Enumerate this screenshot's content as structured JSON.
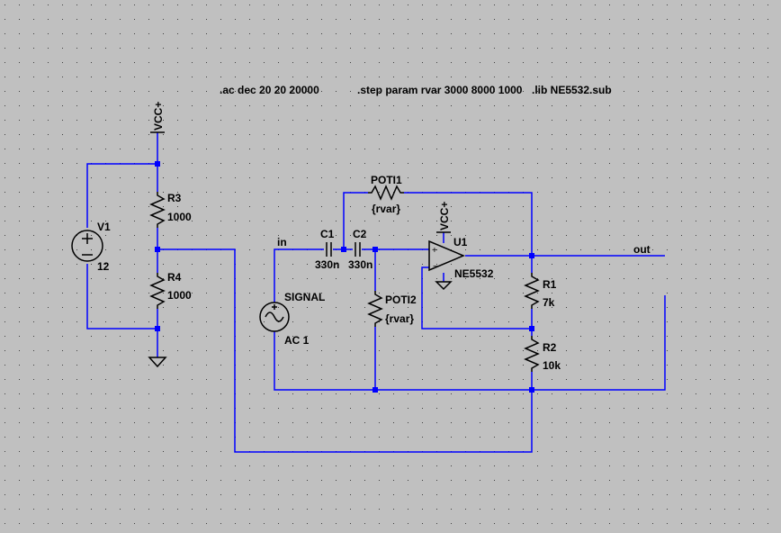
{
  "directives": {
    "ac": ".ac dec 20 20 20000",
    "step": ".step param rvar 3000 8000 1000",
    "lib": ".lib NE5532.sub"
  },
  "nets": {
    "vcc_top": "VCC+",
    "vcc_opamp": "VCC+",
    "in": "in",
    "out": "out"
  },
  "components": {
    "v1": {
      "name": "V1",
      "value": "12"
    },
    "r3": {
      "name": "R3",
      "value": "1000"
    },
    "r4": {
      "name": "R4",
      "value": "1000"
    },
    "c1": {
      "name": "C1",
      "value": "330n"
    },
    "c2": {
      "name": "C2",
      "value": "330n"
    },
    "poti1": {
      "name": "POTI1",
      "value": "{rvar}"
    },
    "poti2": {
      "name": "POTI2",
      "value": "{rvar}"
    },
    "signal": {
      "name": "SIGNAL",
      "value": "AC 1"
    },
    "u1": {
      "name": "U1",
      "value": "NE5532"
    },
    "r1": {
      "name": "R1",
      "value": "7k"
    },
    "r2": {
      "name": "R2",
      "value": "10k"
    }
  },
  "colors": {
    "background": "#c0c0c0",
    "grid_dot": "#404040",
    "wire": "#0000ff",
    "component": "#000000"
  }
}
